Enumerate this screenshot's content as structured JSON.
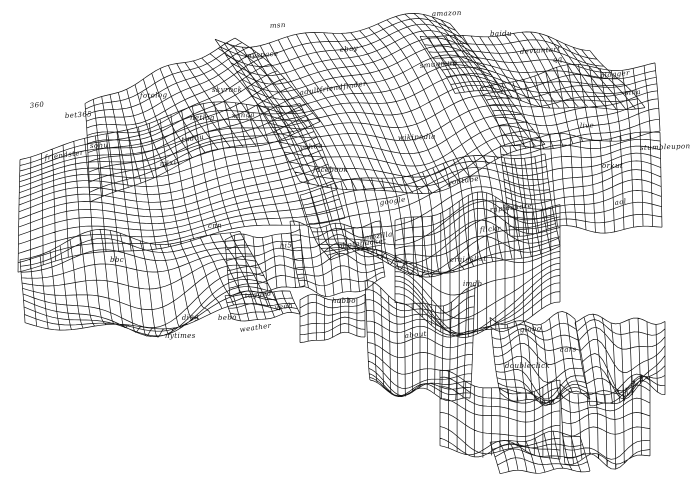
{
  "colors": {
    "ink": "#111111",
    "paper": "#ffffff"
  },
  "labels": [
    "google",
    "yahoo",
    "myspace",
    "wikipedia",
    "facebook",
    "youtube",
    "ebay",
    "msn",
    "amazon",
    "baidu",
    "qq",
    "blogger",
    "sina",
    "live",
    "orkut",
    "aol",
    "rapidshare",
    "flickr",
    "craigslist",
    "imdb",
    "mozilla",
    "photobucket",
    "hi5",
    "cnn",
    "bbc",
    "friendster",
    "360",
    "bet365",
    "fotolog",
    "skyrock",
    "tudou",
    "mixi",
    "xanga",
    "sohu",
    "netlog",
    "adultfriendfinder",
    "smugmug",
    "deviantart",
    "stumbleupon",
    "habbo",
    "veoh",
    "tagged",
    "digg",
    "bebo",
    "nytimes",
    "weather",
    "about",
    "globo",
    "cars",
    "doubleclick"
  ]
}
